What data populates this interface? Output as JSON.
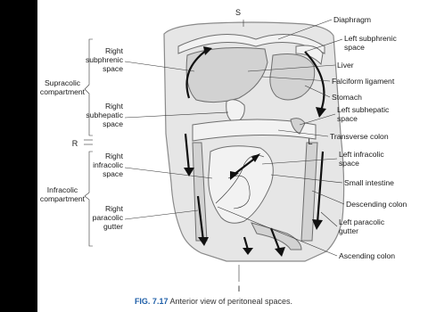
{
  "orientation": {
    "top": "S",
    "bottom": "I",
    "left": "R",
    "right": "L"
  },
  "groups": {
    "supracolic": "Supracolic\ncompartment",
    "infracolic": "Infracolic\ncompartment"
  },
  "left_labels": {
    "right_subphrenic": "Right\nsubphrenic\nspace",
    "right_subhepatic": "Right\nsubhepatic\nspace",
    "right_infracolic": "Right\ninfracolic\nspace",
    "right_paracolic": "Right\nparacolic\ngutter"
  },
  "right_labels": {
    "diaphragm": "Diaphragm",
    "left_subphrenic": "Left subphrenic\nspace",
    "liver": "Liver",
    "falciform": "Falciform ligament",
    "stomach": "Stomach",
    "left_subhepatic": "Left subhepatic\nspace",
    "transverse_colon": "Transverse colon",
    "left_infracolic": "Left infracolic\nspace",
    "small_intestine": "Small intestine",
    "descending_colon": "Descending colon",
    "left_paracolic": "Left paracolic\ngutter",
    "ascending_colon": "Ascending colon"
  },
  "caption": {
    "number": "FIG. 7.17",
    "text": "Anterior view of peritoneal spaces."
  }
}
